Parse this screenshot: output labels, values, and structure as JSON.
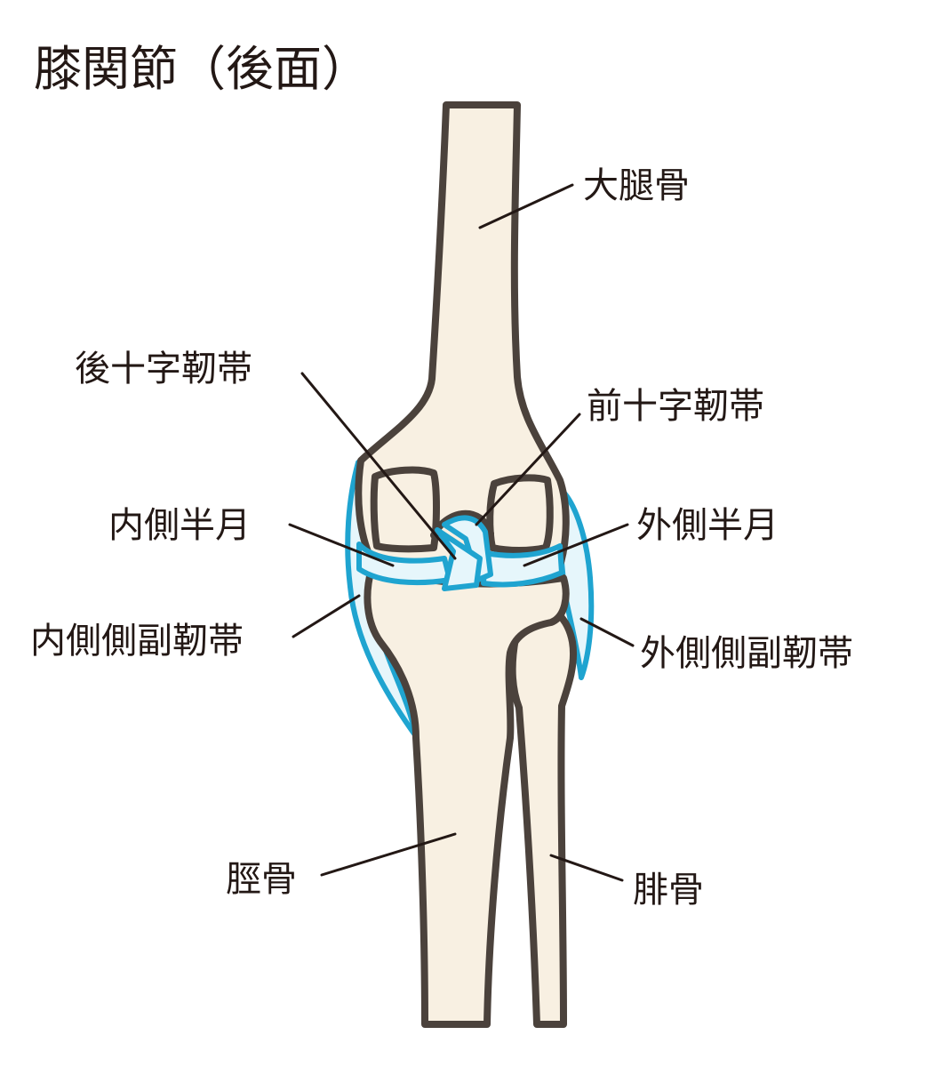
{
  "title": "膝関節（後面）",
  "labels": {
    "femur": "大腿骨",
    "posterior_cruciate": "後十字靭帯",
    "anterior_cruciate": "前十字靭帯",
    "medial_meniscus": "内側半月",
    "lateral_meniscus": "外側半月",
    "medial_collateral": "内側側副靭帯",
    "lateral_collateral": "外側側副靭帯",
    "tibia": "脛骨",
    "fibula": "腓骨"
  },
  "colors": {
    "bone_fill": "#f8f0e2",
    "bone_outline": "#4b423c",
    "ligament": "#1fa4d0",
    "ligament_fill": "#e6f6fb",
    "text": "#231815"
  }
}
